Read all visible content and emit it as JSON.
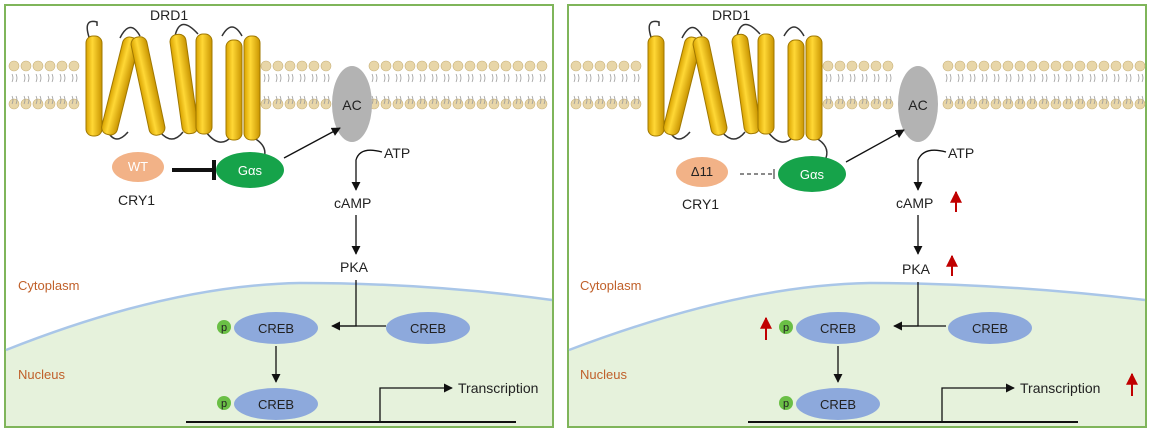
{
  "panels": [
    {
      "receptor": "DRD1",
      "cry1_variant": "WT",
      "cry1": "CRY1",
      "gas": "Gαs",
      "ac": "AC",
      "atp": "ATP",
      "camp": "cAMP",
      "pka": "PKA",
      "cytoplasm": "Cytoplasm",
      "nucleus": "Nucleus",
      "creb_p": "CREB",
      "creb": "CREB",
      "creb_lower": "CREB",
      "p": "p",
      "p_lower": "p",
      "transcription": "Transcription",
      "inhibition": "strong",
      "up_arrows": false
    },
    {
      "receptor": "DRD1",
      "cry1_variant": "Δ11",
      "cry1": "CRY1",
      "gas": "Gαs",
      "ac": "AC",
      "atp": "ATP",
      "camp": "cAMP",
      "pka": "PKA",
      "cytoplasm": "Cytoplasm",
      "nucleus": "Nucleus",
      "creb_p": "CREB",
      "creb": "CREB",
      "creb_lower": "CREB",
      "p": "p",
      "p_lower": "p",
      "transcription": "Transcription",
      "inhibition": "weak",
      "up_arrows": true
    }
  ],
  "colors": {
    "panel_border": "#7fb55a",
    "nucleus_fill": "#e6f2dc",
    "nucleus_edge": "#a9c6e8",
    "membrane_head": "#e8d6a8",
    "helix": "#f2c31c",
    "cry1": "#f2b287",
    "gas": "#16a34a",
    "ac": "#b3b3b3",
    "creb": "#8da9dc",
    "p_dot": "#6abf45",
    "compartment_text": "#c0602a",
    "up_arrow": "#c00000"
  }
}
